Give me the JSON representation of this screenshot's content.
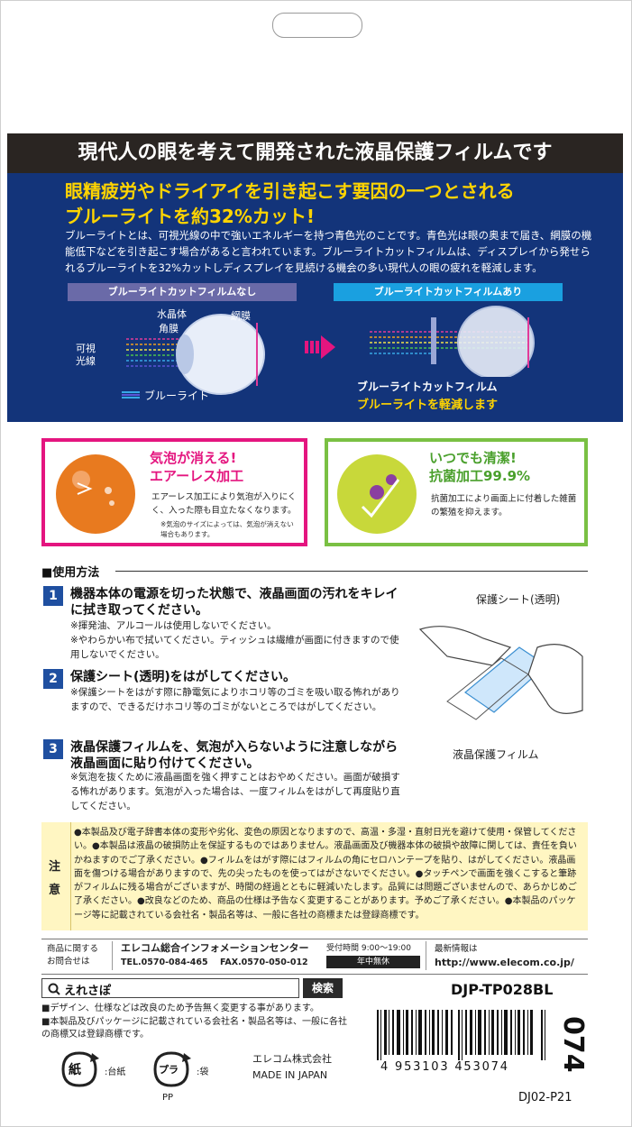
{
  "headline": "現代人の眼を考えて開発された液晶保護フィルムです",
  "blue": {
    "title_line1": "眼精疲労やドライアイを引き起こす要因の一つとされる",
    "title_line2": "ブルーライトを約32%カット!",
    "description": "ブルーライトとは、可視光線の中で強いエネルギーを持つ青色光のことです。青色光は眼の奥まで届き、網膜の機能低下などを引き起こす場合があると言われています。ブルーライトカットフィルムは、ディスプレイから発せられるブルーライトを32%カットしディスプレイを見続ける機会の多い現代人の眼の疲れを軽減します。",
    "tab_without": "ブルーライトカットフィルムなし",
    "tab_with": "ブルーライトカットフィルムあり",
    "label_lens": "水晶体",
    "label_cornea": "角膜",
    "label_retina": "網膜",
    "label_visible_1": "可視",
    "label_visible_2": "光線",
    "label_bluelight": "ブルーライト",
    "label_film": "ブルーライトカットフィルム",
    "label_reduce": "ブルーライトを軽減します"
  },
  "features": [
    {
      "title1": "気泡が消える!",
      "title2": "エアーレス加工",
      "text": "エアーレス加工により気泡が入りにくく、入った際も目立たなくなります。",
      "note": "※気泡のサイズによっては、気泡が消えない場合もあります。"
    },
    {
      "title1": "いつでも清潔!",
      "title2": "抗菌加工99.9%",
      "text": "抗菌加工により画面上に付着した雑菌の繁殖を抑えます。"
    }
  ],
  "usage": {
    "heading": "■使用方法",
    "steps": [
      {
        "num": "1",
        "title": "機器本体の電源を切った状態で、液晶画面の汚れをキレイに拭き取ってください。",
        "note1": "※揮発油、アルコールは使用しないでください。",
        "note2": "※やわらかい布で拭いてください。ティッシュは繊維が画面に付きますので使用しないでください。"
      },
      {
        "num": "2",
        "title": "保護シート(透明)をはがしてください。",
        "note1": "※保護シートをはがす際に静電気によりホコリ等のゴミを吸い取る怖れがありますので、できるだけホコリ等のゴミがないところではがしてください。"
      },
      {
        "num": "3",
        "title": "液晶保護フィルムを、気泡が入らないように注意しながら液晶画面に貼り付けてください。",
        "note1": "※気泡を抜くために液晶画面を強く押すことはおやめください。画面が破損する怖れがあります。気泡が入った場合は、一度フィルムをはがして再度貼り直してください。"
      }
    ],
    "caption_sheet": "保護シート(透明)",
    "caption_film": "液晶保護フィルム"
  },
  "caution": {
    "label1": "注",
    "label2": "意",
    "text": "●本製品及び電子辞書本体の変形や劣化、変色の原因となりますので、高温・多湿・直射日光を避けて使用・保管してください。●本製品は液晶の破損防止を保証するものではありません。液晶画面及び機器本体の破損や故障に関しては、責任を負いかねますのでご了承ください。●フィルムをはがす際にはフィルムの角にセロハンテープを貼り、はがしてください。液晶画面を傷つける場合がありますので、先の尖ったものを使ってはがさないでください。●タッチペンで画面を強くこすると筆跡がフィルムに残る場合がございますが、時間の経過とともに軽減いたします。品質には問題ございませんので、あらかじめご了承ください。●改良などのため、商品の仕様は予告なく変更することがあります。予めご了承ください。●本製品のパッケージ等に記載されている会社名・製品名等は、一般に各社の商標または登録商標です。"
  },
  "contact": {
    "label1": "商品に関する",
    "label2": "お問合せは",
    "center": "エレコム総合インフォメーションセンター",
    "hours_label": "受付時間 9:00〜19:00",
    "tel": "TEL.0570-084-465",
    "fax": "FAX.0570-050-012",
    "open": "年中無休",
    "info_label": "最新情報は",
    "url": "http://www.elecom.co.jp/"
  },
  "search": {
    "query": "えれさぽ",
    "button": "検索"
  },
  "model": "DJP-TP028BL",
  "disclaimer": {
    "line1": "■デザイン、仕様などは改良のため予告無く変更する事があります。",
    "line2": "■本製品及びパッケージに記載されている会社名・製品名等は、一般に各社の商標又は登録商標です。"
  },
  "recycle": {
    "paper_mark": "紙",
    "paper_label": ":台紙",
    "pla_mark": "プラ",
    "pla_label": ":袋",
    "pp": "PP"
  },
  "maker": {
    "company": "エレコム株式会社",
    "origin": "MADE IN JAPAN"
  },
  "barcode_digits": "4 953103 453074",
  "side_code": "074",
  "bottom_code": "DJ02-P21"
}
